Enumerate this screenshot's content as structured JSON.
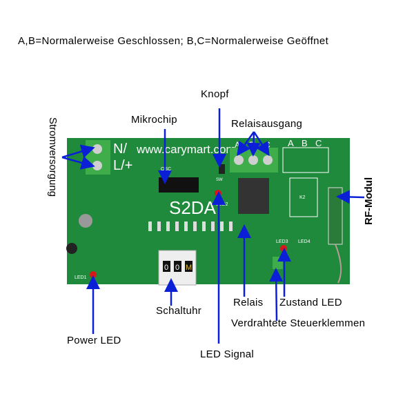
{
  "title": "A,B=Normalerweise Geschlossen; B,C=Normalerweise Geöffnet",
  "labels": {
    "knopf": "Knopf",
    "mikrochip": "Mikrochip",
    "relaisausgang": "Relaisausgang",
    "stromversorgung": "Stromversorgung",
    "rf_modul": "RF-Modul",
    "schaltuhr": "Schaltuhr",
    "relais": "Relais",
    "zustand_led": "Zustand LED",
    "steuerklemmen": "Verdrahtete Steuerklemmen",
    "power_led": "Power LED",
    "led_signal": "LED Signal"
  },
  "pcb": {
    "model": "S2DA",
    "website": "www.carymart.com",
    "n_label": "N/",
    "l_label": "L/+",
    "terminal_a": "A",
    "terminal_b": "B",
    "terminal_c": "C",
    "led1": "LED1",
    "led2": "LED2",
    "led3": "LED3",
    "led4": "LED4",
    "k2": "K2",
    "sw": "SW",
    "osc": "OSC",
    "timer_digits": [
      "0",
      "0",
      "M"
    ]
  },
  "colors": {
    "pcb": "#1f8a3c",
    "arrow": "#0a1fd6",
    "terminal": "#3fae4a",
    "led": "#d81818"
  }
}
